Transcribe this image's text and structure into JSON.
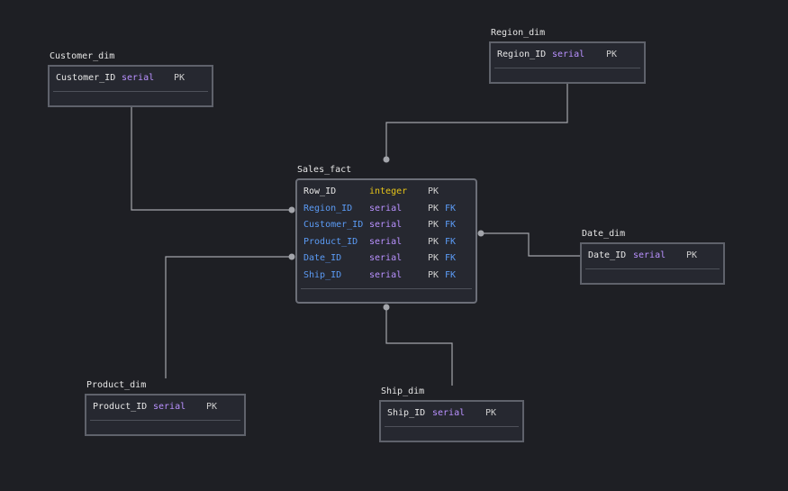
{
  "colors": {
    "background": "#1e1f24",
    "table_bg": "#262830",
    "table_border": "#5f626b",
    "connector": "#a3a5ab",
    "pk_column": "#e6e6e6",
    "fk_column": "#5b9bf5",
    "type_serial": "#b991ff",
    "type_integer": "#e6c419",
    "pk_tag": "#cfcfcf",
    "fk_tag": "#5b9bf5"
  },
  "tables": {
    "customer_dim": {
      "title": "Customer_dim",
      "columns": [
        {
          "name": "Customer_ID",
          "type": "serial",
          "pk": "PK"
        }
      ]
    },
    "region_dim": {
      "title": "Region_dim",
      "columns": [
        {
          "name": "Region_ID",
          "type": "serial",
          "pk": "PK"
        }
      ]
    },
    "sales_fact": {
      "title": "Sales_fact",
      "columns": [
        {
          "name": "Row_ID",
          "type": "integer",
          "pk": "PK",
          "fk": ""
        },
        {
          "name": "Region_ID",
          "type": "serial",
          "pk": "PK",
          "fk": "FK"
        },
        {
          "name": "Customer_ID",
          "type": "serial",
          "pk": "PK",
          "fk": "FK"
        },
        {
          "name": "Product_ID",
          "type": "serial",
          "pk": "PK",
          "fk": "FK"
        },
        {
          "name": "Date_ID",
          "type": "serial",
          "pk": "PK",
          "fk": "FK"
        },
        {
          "name": "Ship_ID",
          "type": "serial",
          "pk": "PK",
          "fk": "FK"
        }
      ]
    },
    "date_dim": {
      "title": "Date_dim",
      "columns": [
        {
          "name": "Date_ID",
          "type": "serial",
          "pk": "PK"
        }
      ]
    },
    "product_dim": {
      "title": "Product_dim",
      "columns": [
        {
          "name": "Product_ID",
          "type": "serial",
          "pk": "PK"
        }
      ]
    },
    "ship_dim": {
      "title": "Ship_dim",
      "columns": [
        {
          "name": "Ship_ID",
          "type": "serial",
          "pk": "PK"
        }
      ]
    }
  }
}
